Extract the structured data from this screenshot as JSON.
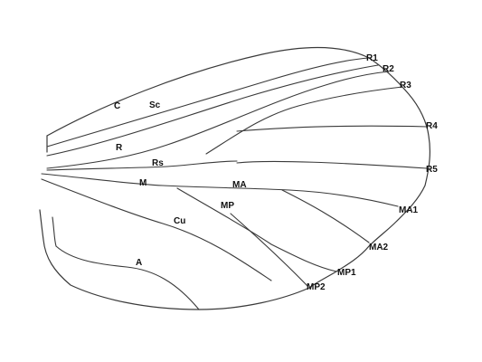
{
  "diagram": {
    "labels": {
      "C": "C",
      "Sc": "Sc",
      "R": "R",
      "Rs": "Rs",
      "M": "M",
      "MA": "MA",
      "MP": "MP",
      "Cu": "Cu",
      "A": "A",
      "R1": "R1",
      "R2": "R2",
      "R3": "R3",
      "R4": "R4",
      "R5": "R5",
      "MA1": "MA1",
      "MA2": "MA2",
      "MP1": "MP1",
      "MP2": "MP2"
    },
    "colors": {
      "vein": "#3a3a3a",
      "label": "#111111",
      "background": "#ffffff"
    }
  }
}
